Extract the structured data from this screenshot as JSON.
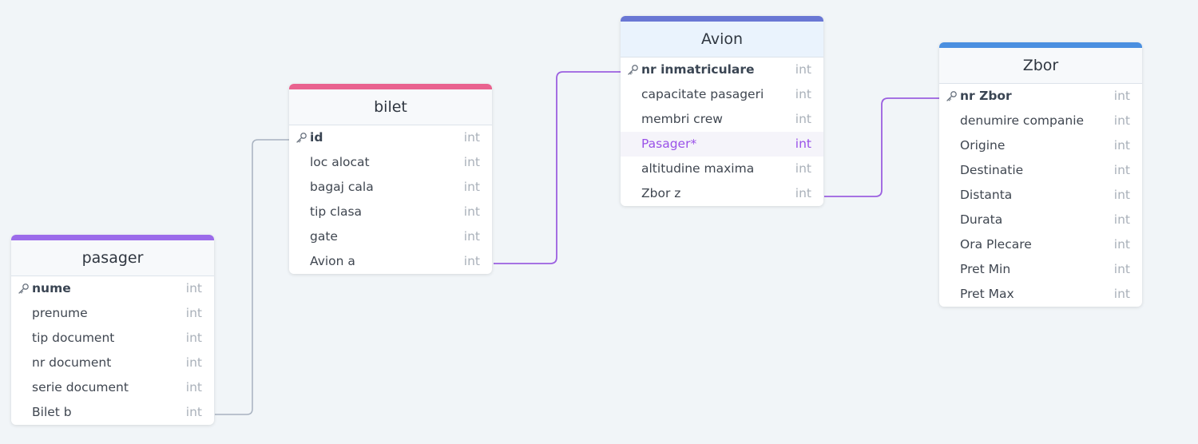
{
  "colors": {
    "background": "#f1f5f8",
    "link_purple": "#9b5fe0",
    "link_gray": "#a8b2c0",
    "highlight_text": "#9a52e8"
  },
  "tables": [
    {
      "id": "pasager",
      "title": "pasager",
      "accent": "#9b6bea",
      "header_bg": "#f7f9fb",
      "fields": [
        {
          "name": "nume",
          "type": "int",
          "pk": true
        },
        {
          "name": "prenume",
          "type": "int"
        },
        {
          "name": "tip document",
          "type": "int"
        },
        {
          "name": "nr document",
          "type": "int"
        },
        {
          "name": "serie document",
          "type": "int"
        },
        {
          "name": "Bilet b",
          "type": "int"
        }
      ]
    },
    {
      "id": "bilet",
      "title": "bilet",
      "accent": "#e9628f",
      "header_bg": "#f7f9fb",
      "fields": [
        {
          "name": "id",
          "type": "int",
          "pk": true
        },
        {
          "name": "loc alocat",
          "type": "int"
        },
        {
          "name": "bagaj cala",
          "type": "int"
        },
        {
          "name": "tip clasa",
          "type": "int"
        },
        {
          "name": "gate",
          "type": "int"
        },
        {
          "name": "Avion a",
          "type": "int"
        }
      ]
    },
    {
      "id": "avion",
      "title": "Avion",
      "accent": "#6977d4",
      "header_bg": "#eaf3fd",
      "fields": [
        {
          "name": "nr inmatriculare",
          "type": "int",
          "pk": true
        },
        {
          "name": "capacitate pasageri",
          "type": "int"
        },
        {
          "name": "membri crew",
          "type": "int"
        },
        {
          "name": "Pasager*",
          "type": "int",
          "highlighted": true
        },
        {
          "name": "altitudine maxima",
          "type": "int"
        },
        {
          "name": "Zbor z",
          "type": "int"
        }
      ]
    },
    {
      "id": "zbor",
      "title": "Zbor",
      "accent": "#4a8fe0",
      "header_bg": "#f7f9fb",
      "fields": [
        {
          "name": "nr Zbor",
          "type": "int",
          "pk": true
        },
        {
          "name": "denumire companie",
          "type": "int"
        },
        {
          "name": "Origine",
          "type": "int"
        },
        {
          "name": "Destinatie",
          "type": "int"
        },
        {
          "name": "Distanta",
          "type": "int"
        },
        {
          "name": "Durata",
          "type": "int"
        },
        {
          "name": "Ora Plecare",
          "type": "int"
        },
        {
          "name": "Pret Min",
          "type": "int"
        },
        {
          "name": "Pret Max",
          "type": "int"
        }
      ]
    }
  ]
}
